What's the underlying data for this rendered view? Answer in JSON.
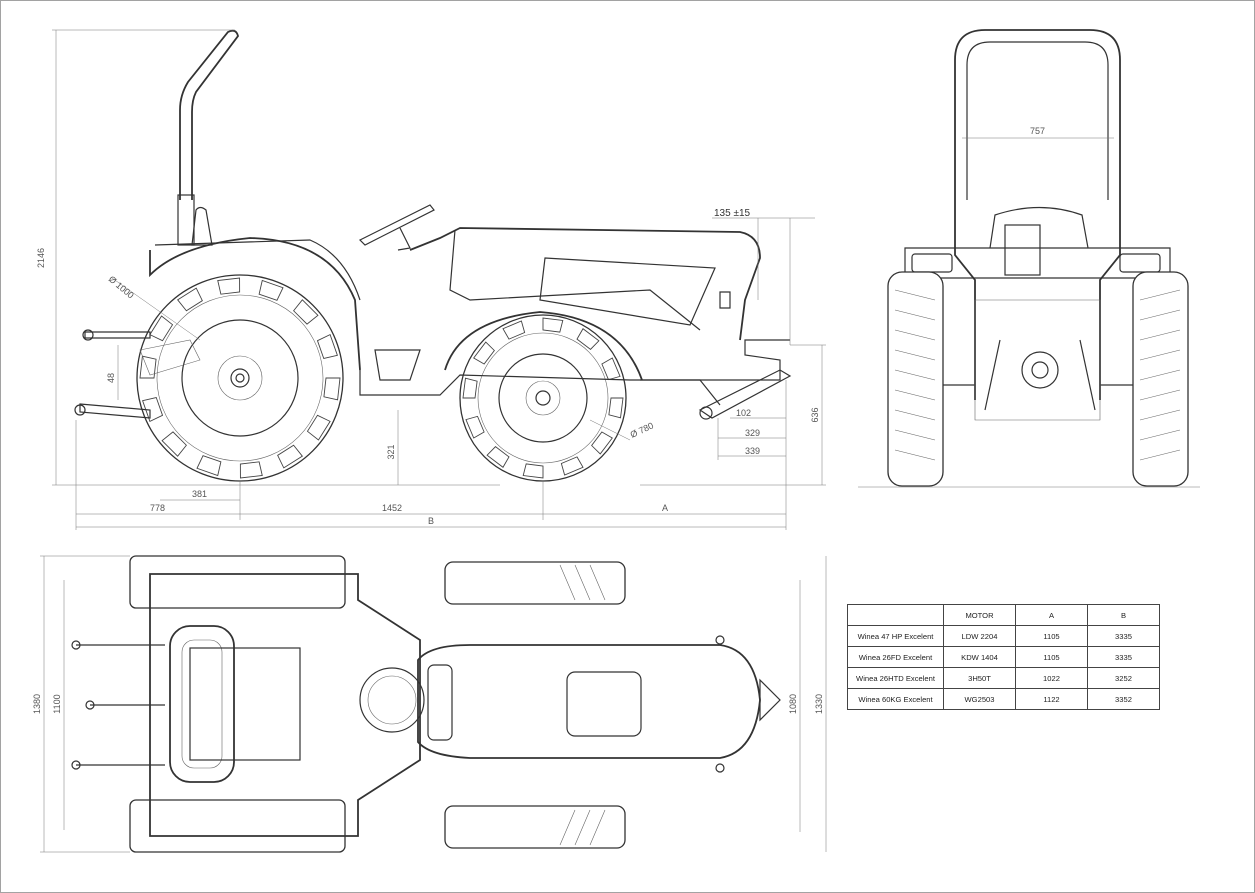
{
  "side_view": {
    "height_dim": "2146",
    "rear_wheel_diameter": "Ø 1000",
    "front_wheel_diameter": "Ø 780",
    "hitch_height": "48",
    "ground_clearance": "321",
    "front_overhang": "135 ±15",
    "front_height": "636",
    "dim_102": "102",
    "dim_329": "329",
    "dim_339": "339",
    "dim_381": "381",
    "dim_778": "778",
    "wheelbase": "1452",
    "dim_a": "A",
    "dim_b": "B"
  },
  "rear_view": {
    "rops_width": "757"
  },
  "top_view": {
    "outer_width": "1380",
    "inner_width": "1100",
    "front_inner_width": "1080",
    "front_outer_width": "1330"
  },
  "spec_table": {
    "headers": [
      "",
      "MOTOR",
      "A",
      "B"
    ],
    "rows": [
      [
        "Winea 47 HP Excelent",
        "LDW 2204",
        "1105",
        "3335"
      ],
      [
        "Winea 26FD Excelent",
        "KDW 1404",
        "1105",
        "3335"
      ],
      [
        "Winea 26HTD Excelent",
        "3H50T",
        "1022",
        "3252"
      ],
      [
        "Winea 60KG Excelent",
        "WG2503",
        "1122",
        "3352"
      ]
    ]
  }
}
